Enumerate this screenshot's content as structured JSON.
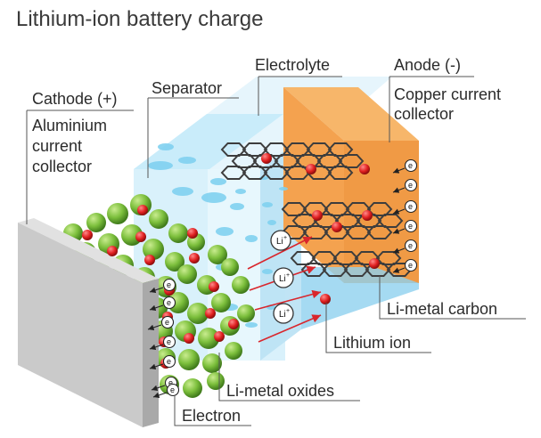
{
  "title": "Lithium-ion battery charge",
  "labels": {
    "electrolyte": "Electrolyte",
    "anode": "Anode (-)",
    "anode_collector": [
      "Copper current",
      "collector"
    ],
    "cathode": "Cathode (+)",
    "cathode_collector": [
      "Aluminium",
      "current",
      "collector"
    ],
    "separator": "Separator",
    "li_metal_carbon": "Li-metal carbon",
    "lithium_ion": "Lithium ion",
    "li_metal_oxides": "Li-metal oxides",
    "electron": "Electron",
    "ion_symbol": "Li+",
    "electron_symbol": "e"
  },
  "colors": {
    "cathode_plate": "#c8c8c8",
    "cathode_particles": "#7cbf3c",
    "separator": "#bfe6f7",
    "electrolyte": "#d9f1fb",
    "anode_plate": "#f0a04b",
    "graphite": "#3d3d3d",
    "lithium": "#e02020",
    "arrow": "#d9262c"
  }
}
